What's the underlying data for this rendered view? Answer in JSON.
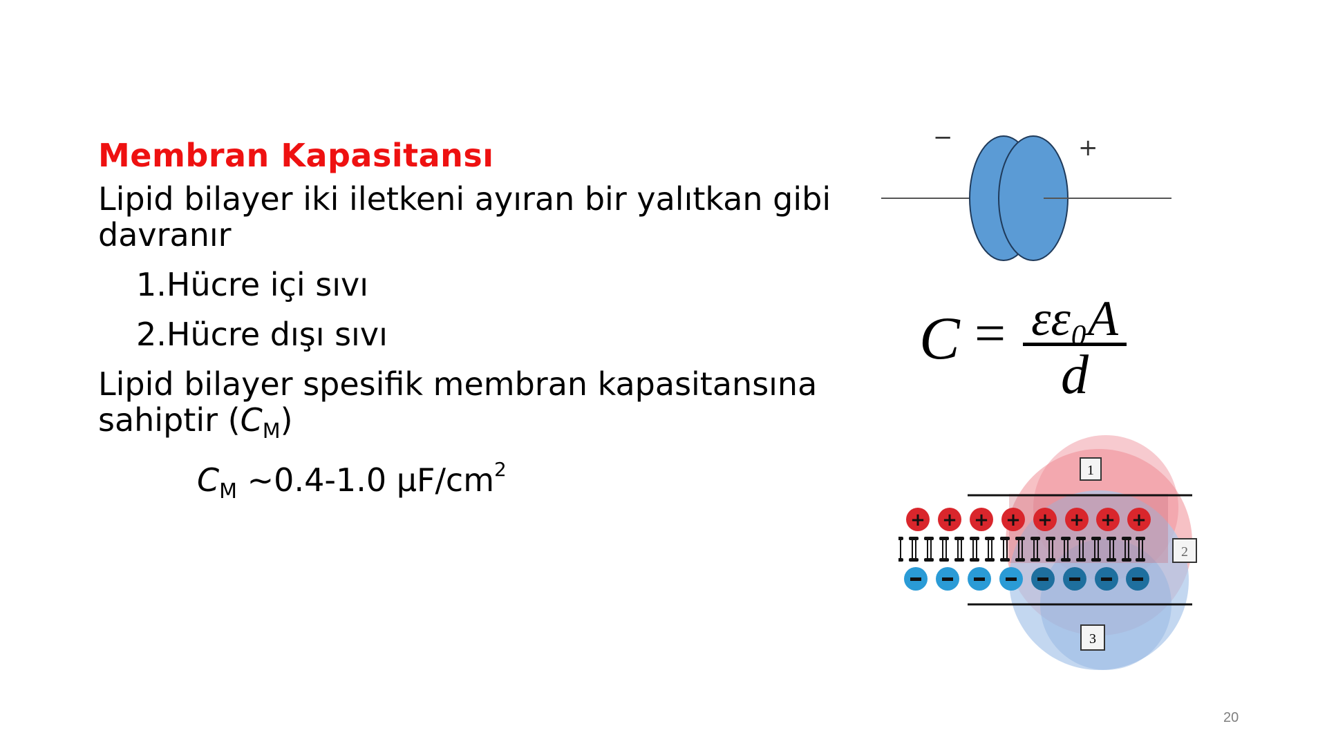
{
  "slide": {
    "title": "Membran Kapasitansı",
    "paragraph1": "Lipid bilayer iki iletkeni ayıran bir yalıtkan gibi davranır",
    "items": [
      "1.Hücre içi sıvı",
      "2.Hücre dışı sıvı"
    ],
    "paragraph2_prefix": "Lipid bilayer spesifik membran kapasitansına sahiptir  (",
    "paragraph2_symbol": "C",
    "paragraph2_subscript": "M",
    "paragraph2_suffix": ")",
    "value_symbol": "C",
    "value_subscript": "M",
    "value_text": " ~0.4-1.0 µF/cm",
    "value_superscript": "2",
    "page_number": "20"
  },
  "capacitor_diagram": {
    "minus_label": "−",
    "plus_label": "+",
    "plate_color": "#5b9bd5"
  },
  "formula": {
    "lhs": "C",
    "equals": "=",
    "numerator": "εε₀A",
    "denominator": "d"
  },
  "membrane_diagram": {
    "labels": [
      "1",
      "2",
      "3"
    ],
    "positive_ion_count": 8,
    "negative_ion_count": 8,
    "lipid_count": 16,
    "colors": {
      "positive": "#d9262c",
      "negative": "#2a9bd6",
      "top_region": "#f4a6ad",
      "bottom_region": "#a9c6ea"
    }
  }
}
